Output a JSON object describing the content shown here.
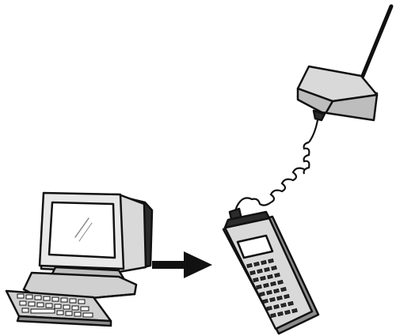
{
  "diagram": {
    "elements": [
      {
        "id": "desktop-computer",
        "icon": "desktop-computer-icon"
      },
      {
        "id": "direction-arrow",
        "icon": "arrow-right-icon"
      },
      {
        "id": "handheld-terminal",
        "icon": "handheld-terminal-icon"
      },
      {
        "id": "coiled-cable",
        "icon": "coiled-cable-icon"
      },
      {
        "id": "radio-base-station",
        "icon": "radio-base-station-icon"
      }
    ],
    "flow": [
      "desktop-computer",
      "handheld-terminal",
      "radio-base-station"
    ],
    "colors": {
      "ink": "#111111",
      "screen": "#ffffff",
      "device_body": "#d9d9d9",
      "device_shadow": "#8c8c8c",
      "dark_fill": "#2b2b2b"
    }
  }
}
